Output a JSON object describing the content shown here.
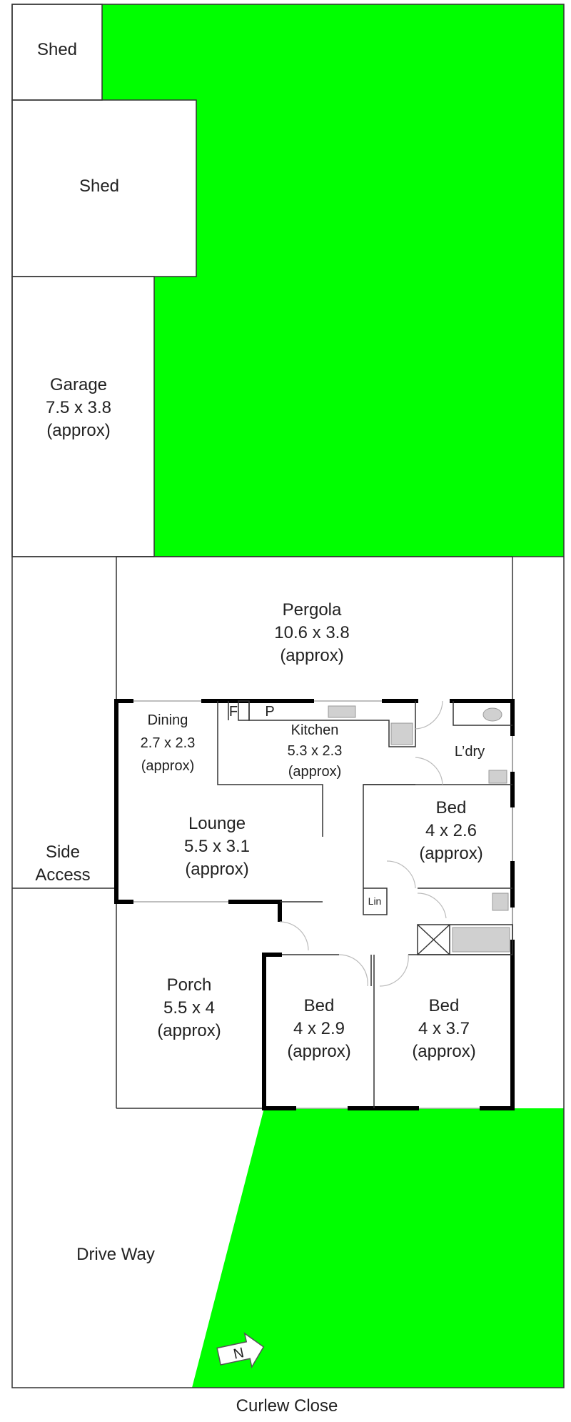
{
  "colors": {
    "lawn": "#00ff00",
    "wall": "#000000",
    "line": "#333333"
  },
  "rooms": {
    "shed_small": {
      "name": "Shed"
    },
    "shed_large": {
      "name": "Shed"
    },
    "garage": {
      "name": "Garage",
      "size": "7.5 x 3.8",
      "note": "(approx)"
    },
    "pergola": {
      "name": "Pergola",
      "size": "10.6 x 3.8",
      "note": "(approx)"
    },
    "dining": {
      "name": "Dining",
      "size": "2.7 x 2.3",
      "note": "(approx)"
    },
    "kitchen": {
      "name": "Kitchen",
      "size": "5.3 x 2.3",
      "note": "(approx)"
    },
    "laundry": {
      "name": "L’dry"
    },
    "lounge": {
      "name": "Lounge",
      "size": "5.5 x 3.1",
      "note": "(approx)"
    },
    "bed1": {
      "name": "Bed",
      "size": "4 x 2.6",
      "note": "(approx)"
    },
    "linen": {
      "name": "Lin"
    },
    "porch": {
      "name": "Porch",
      "size": "5.5 x 4",
      "note": "(approx)"
    },
    "bed2": {
      "name": "Bed",
      "size": "4 x 2.9",
      "note": "(approx)"
    },
    "bed3": {
      "name": "Bed",
      "size": "4 x 3.7",
      "note": "(approx)"
    },
    "side_access": {
      "line1": "Side",
      "line2": "Access"
    },
    "driveway": {
      "name": "Drive Way"
    },
    "fridge": {
      "name": "F"
    },
    "pantry": {
      "name": "P"
    }
  },
  "compass": {
    "label": "N"
  },
  "street": {
    "name": "Curlew Close"
  }
}
